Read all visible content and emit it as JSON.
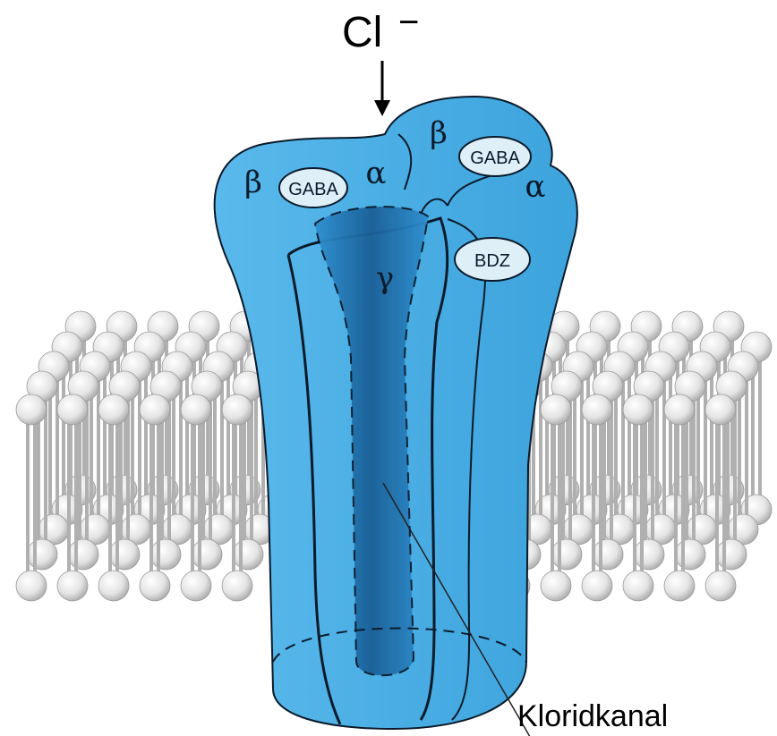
{
  "ion": {
    "symbol": "Cl",
    "charge": "−"
  },
  "subunits": {
    "beta_left": "β",
    "alpha_mid": "α",
    "beta_right": "β",
    "alpha_right": "α",
    "gamma": "γ"
  },
  "binding_sites": {
    "gaba_left": "GABA",
    "gaba_right": "GABA",
    "bdz": "BDZ"
  },
  "channel_label": "Kloridkanal",
  "colors": {
    "protein": "#4FB3E8",
    "protein_dark": "#1F6FA8",
    "outline": "#0a1a2a",
    "lipid_head": "#e6e6e6",
    "lipid_tail": "#b5b5b5",
    "oval_fill": "#dfeff8"
  }
}
